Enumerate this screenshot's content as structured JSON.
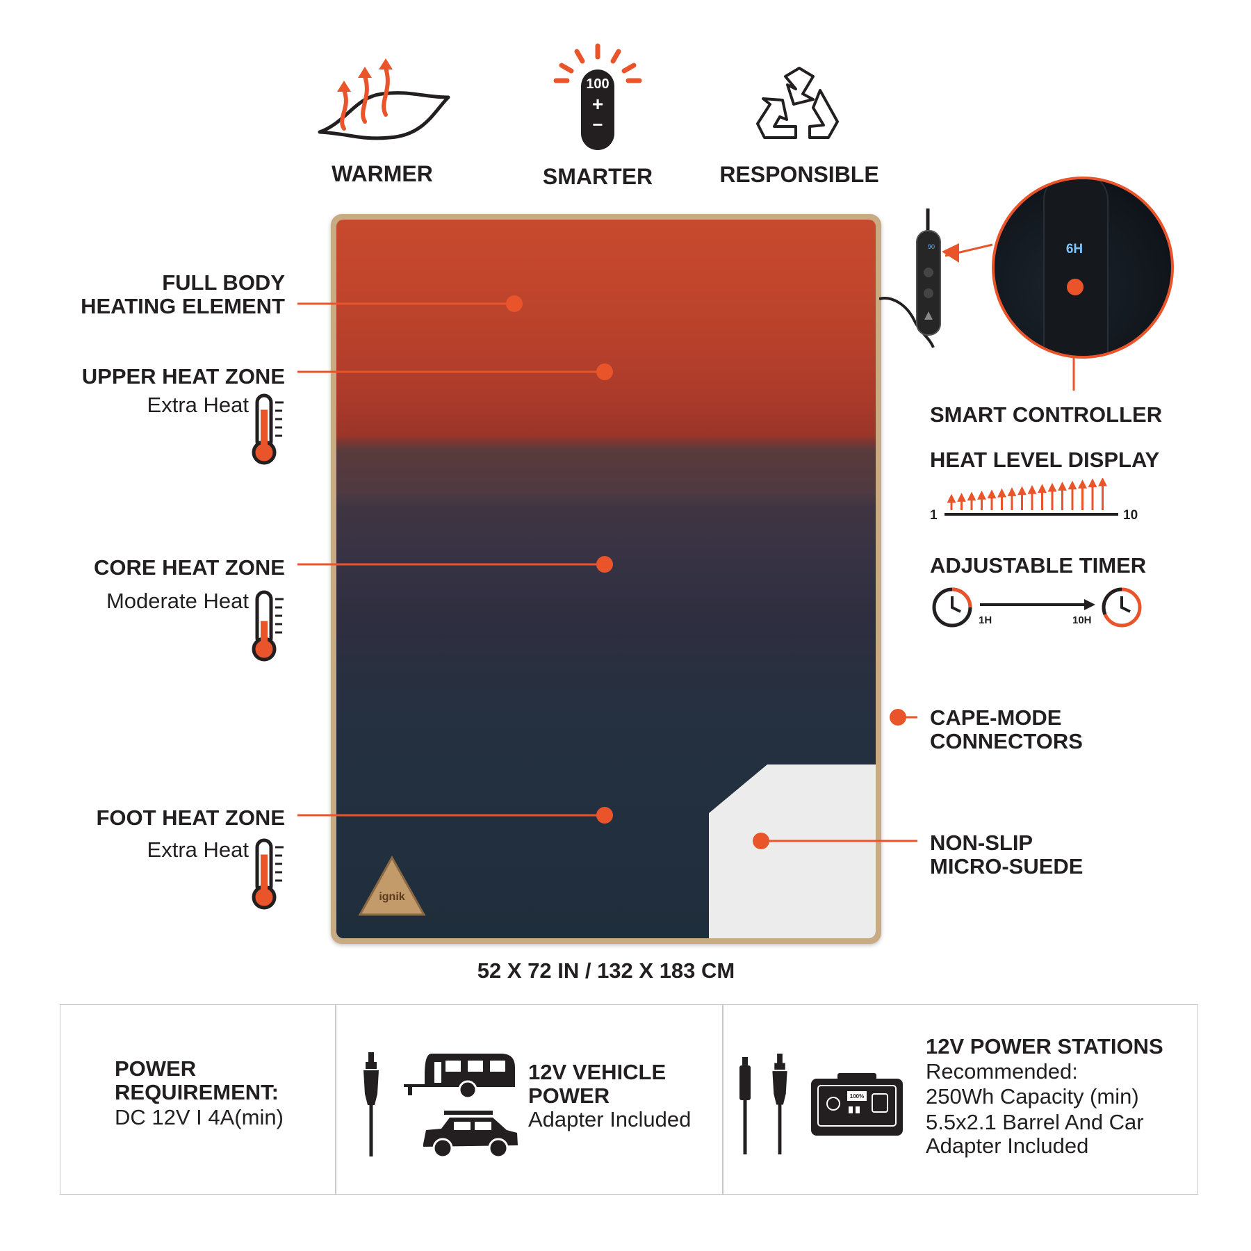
{
  "features": [
    {
      "label": "WARMER",
      "icon": "heat-waves-icon"
    },
    {
      "label": "SMARTER",
      "icon": "controller-icon",
      "controller_value": "100",
      "plus": "+",
      "minus": "−"
    },
    {
      "label": "RESPONSIBLE",
      "icon": "recycle-icon"
    }
  ],
  "zones": {
    "full_body": "FULL BODY\nHEATING ELEMENT",
    "upper": {
      "title": "UPPER HEAT ZONE",
      "sub": "Extra Heat"
    },
    "core": {
      "title": "CORE HEAT ZONE",
      "sub": "Moderate Heat"
    },
    "foot": {
      "title": "FOOT HEAT ZONE",
      "sub": "Extra Heat"
    }
  },
  "thermometer_levels": {
    "upper": 0.85,
    "core": 0.55,
    "foot": 0.85
  },
  "controller": {
    "title": "SMART CONTROLLER",
    "display_value": "6H",
    "small_display": "90"
  },
  "heat_display": {
    "title": "HEAT LEVEL DISPLAY",
    "min": "1",
    "max": "10"
  },
  "timer": {
    "title": "ADJUSTABLE TIMER",
    "min": "1H",
    "max": "10H"
  },
  "cape": "CAPE-MODE\nCONNECTORS",
  "suede": "NON-SLIP\nMICRO-SUEDE",
  "dimensions": "52 X 72 IN / 132 X 183 CM",
  "brand": "ignik",
  "power": {
    "requirement_title": "POWER\nREQUIREMENT:",
    "requirement_value": "DC 12V I 4A(min)",
    "vehicle_title": "12V VEHICLE\nPOWER",
    "vehicle_sub": "Adapter Included",
    "station_title": "12V POWER STATIONS",
    "station_line1": "Recommended:",
    "station_line2": "250Wh Capacity (min)",
    "station_line3": "5.5x2.1 Barrel And Car\nAdapter Included",
    "station_display": "100%"
  },
  "colors": {
    "accent": "#e9542b",
    "ink": "#231f20",
    "trim": "#c8ab83"
  }
}
